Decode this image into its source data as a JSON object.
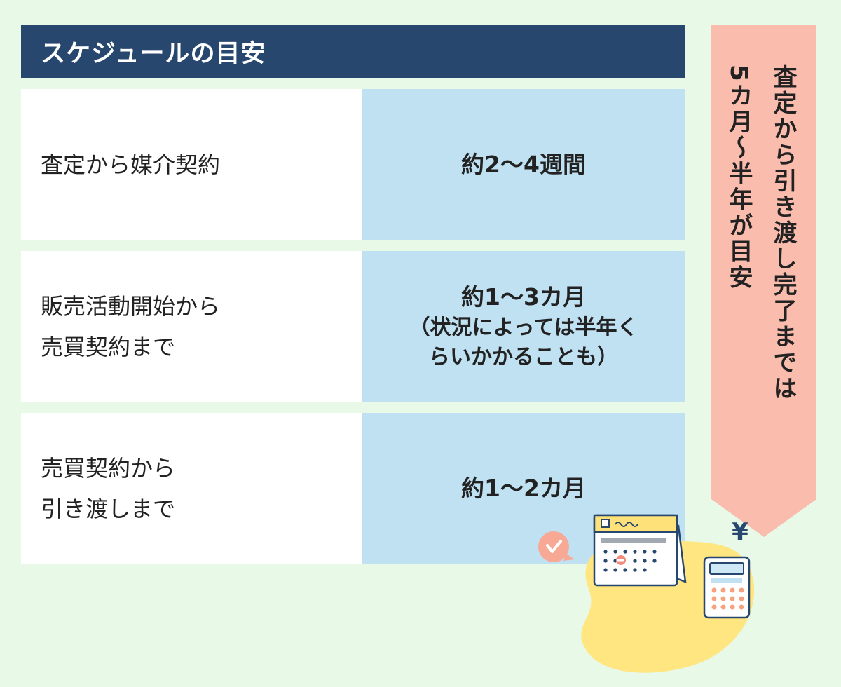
{
  "title": "スケジュールの目安",
  "rows": [
    {
      "label": "査定から媒介契約",
      "value": "約2〜4週間",
      "note": ""
    },
    {
      "label": "販売活動開始から\n売買契約まで",
      "value": "約1〜3カ月",
      "note": "（状況によっては半年く\nらいかかることも）"
    },
    {
      "label": "売買契約から\n引き渡しまで",
      "value": "約1〜2カ月",
      "note": ""
    }
  ],
  "banner": {
    "line1": "査定から引き渡し完了までは",
    "line2": "5カ月〜半年が目安"
  },
  "illustration": {
    "yen_symbol": "¥",
    "icons": [
      "calendar-icon",
      "calculator-icon",
      "check-bubble-icon",
      "yen-icon"
    ]
  },
  "colors": {
    "background": "#e8f9e8",
    "title_bar": "#27476e",
    "label_cell": "#ffffff",
    "value_cell": "#c0e1f2",
    "banner": "#f9bcad",
    "blob": "#ffe680"
  }
}
